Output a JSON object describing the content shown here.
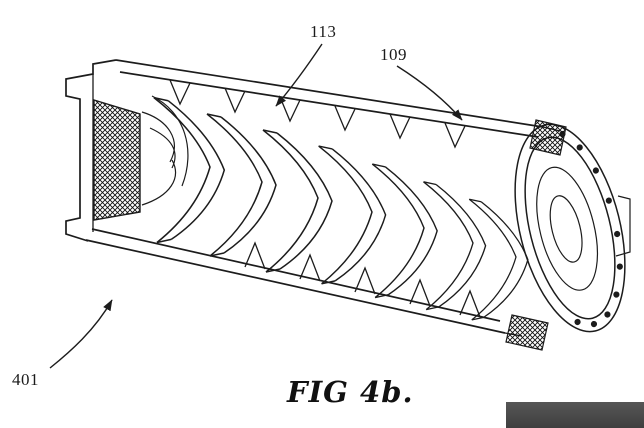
{
  "figure": {
    "caption": "FIG 4b.",
    "labels": [
      {
        "id": "113",
        "text": "113"
      },
      {
        "id": "109",
        "text": "109"
      },
      {
        "id": "401",
        "text": "401"
      }
    ],
    "colors": {
      "ink": "#1c1c1c",
      "background": "#ffffff",
      "watermark_bar": "#4a4a4a"
    }
  }
}
